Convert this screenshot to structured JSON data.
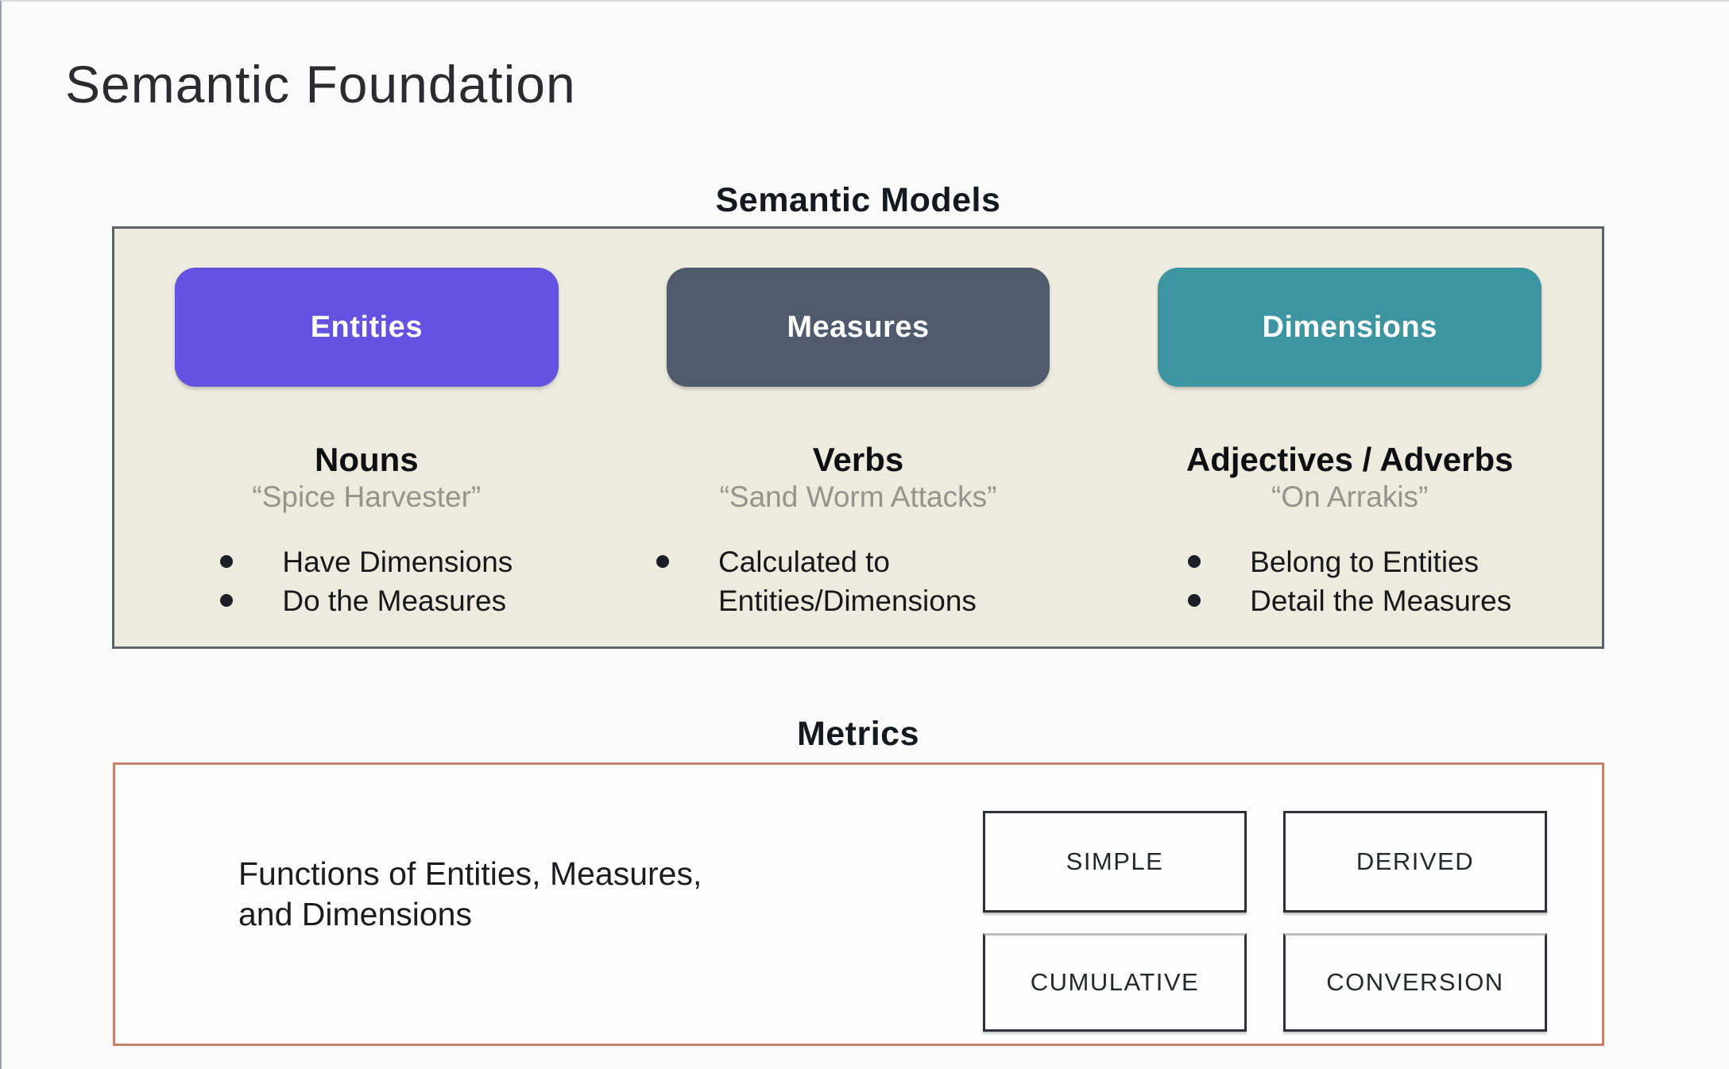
{
  "page": {
    "title": "Semantic Foundation"
  },
  "semantic_models": {
    "heading": "Semantic Models",
    "columns": [
      {
        "name": "Entities",
        "pill_color": "#6551e2",
        "part_of_speech": "Nouns",
        "example": "“Spice Harvester”",
        "bullets": [
          "Have Dimensions",
          "Do the Measures"
        ]
      },
      {
        "name": "Measures",
        "pill_color": "#4f5a6d",
        "part_of_speech": "Verbs",
        "example": "“Sand Worm Attacks”",
        "bullets": [
          "Calculated to Entities/Dimensions"
        ]
      },
      {
        "name": "Dimensions",
        "pill_color": "#3d95a2",
        "part_of_speech": "Adjectives / Adverbs",
        "example": "“On Arrakis”",
        "bullets": [
          "Belong to Entities",
          "Detail the Measures"
        ]
      }
    ]
  },
  "metrics": {
    "heading": "Metrics",
    "description": "Functions of Entities, Measures,\nand Dimensions",
    "border_color": "#c5806e",
    "types": [
      "SIMPLE",
      "DERIVED",
      "CUMULATIVE",
      "CONVERSION"
    ]
  }
}
